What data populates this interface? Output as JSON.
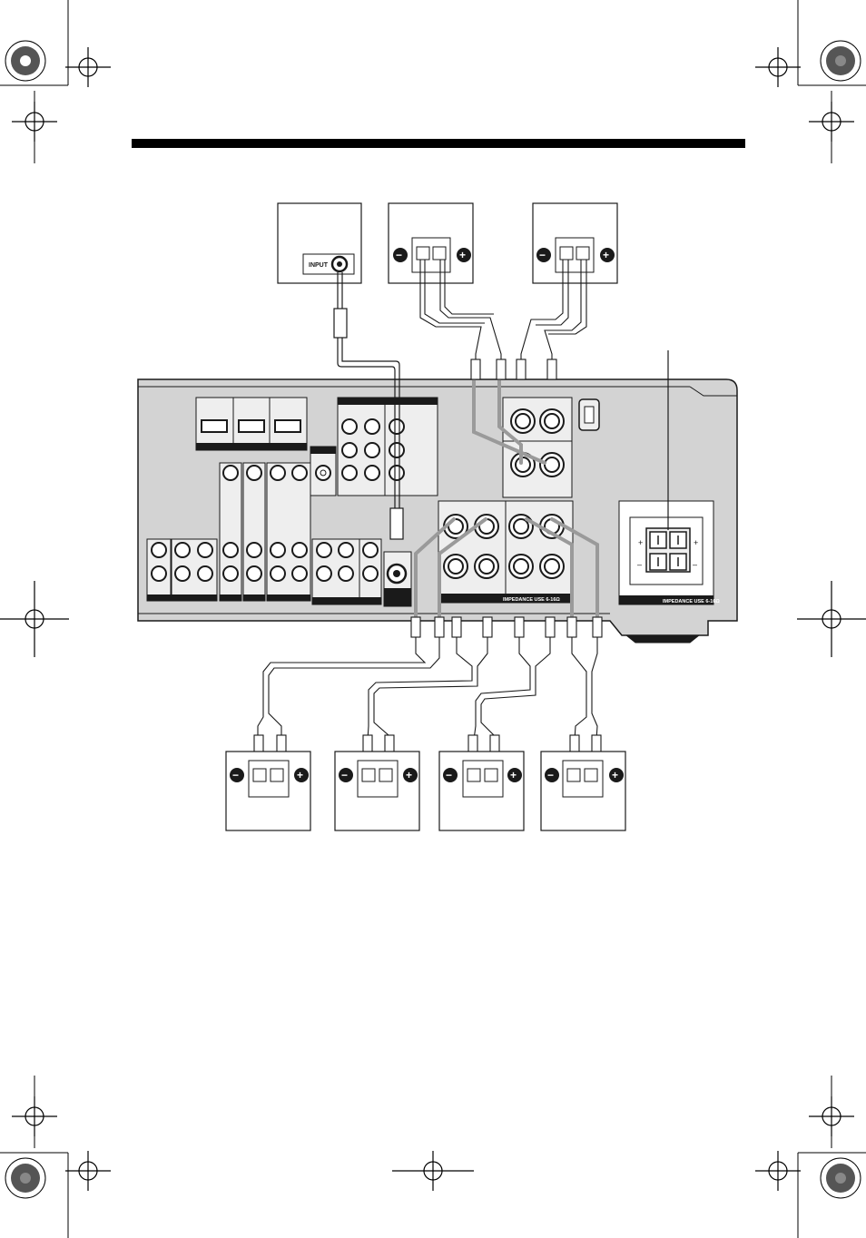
{
  "subwoofer": {
    "input_label": "INPUT"
  },
  "receiver": {
    "impedance_main": "IMPEDANCE USE 6-16Ω",
    "impedance_side": "IMPEDANCE USE 6-16Ω",
    "plus_sign": "+",
    "minus_sign": "–"
  },
  "speaker": {
    "minus_symbol": "−",
    "plus_symbol": "+"
  },
  "colors": {
    "ink": "#1a1a1a",
    "chassis": "#d3d3d3",
    "panel": "#eeeeee",
    "cable_gray": "#9a9a9a",
    "heading_bar": "#000000"
  },
  "icons": [
    "crop-mark-icon",
    "registration-target-icon",
    "speaker-terminal-icon",
    "binding-post-icon",
    "rca-jack-icon",
    "hdmi-port-icon"
  ]
}
